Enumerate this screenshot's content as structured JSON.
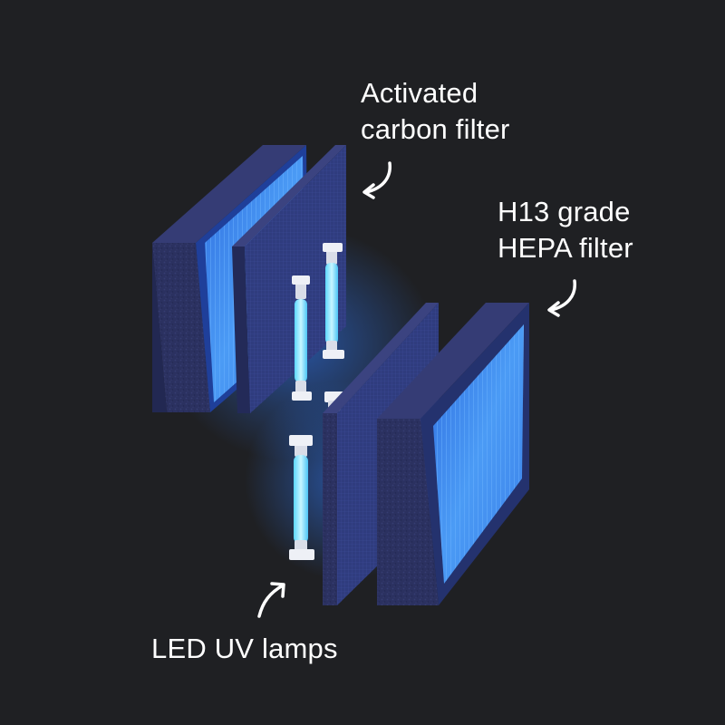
{
  "labels": {
    "carbon": {
      "line1": "Activated",
      "line2": "carbon filter"
    },
    "hepa": {
      "line1": "H13 grade",
      "line2": "HEPA filter"
    },
    "led": {
      "line1": "LED UV lamps"
    }
  },
  "icons": {
    "carbon_arrow": "curved-arrow-icon",
    "hepa_arrow": "curved-arrow-icon",
    "led_arrow": "curved-arrow-icon"
  },
  "colors": {
    "background": "#1f2023",
    "foam": "#2b3160",
    "filter_blue": "#3f8ef0",
    "uv_glow": "#7fe6ff",
    "text": "#ffffff"
  }
}
